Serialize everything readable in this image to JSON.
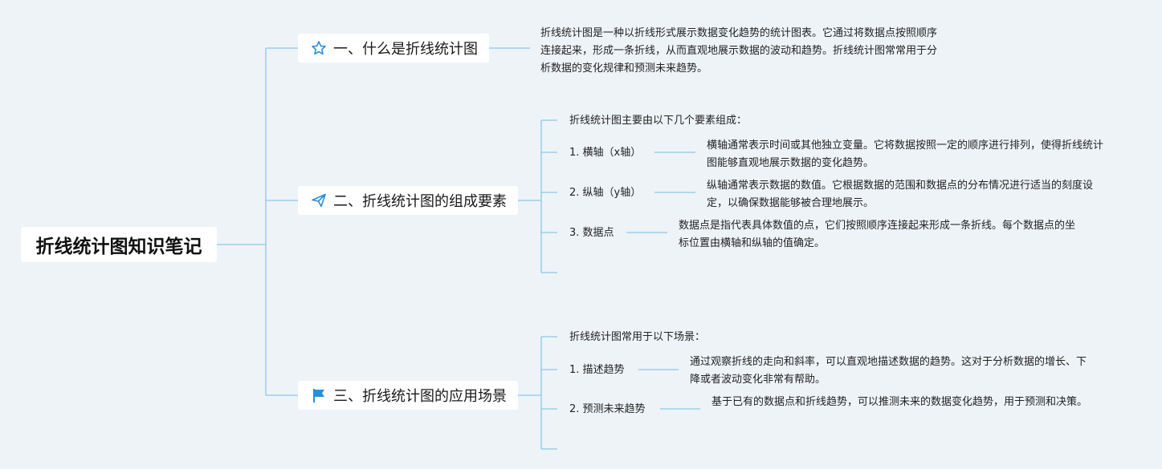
{
  "root": {
    "title": "折线统计图知识笔记"
  },
  "branches": [
    {
      "title": "一、什么是折线统计图",
      "icon": "star-icon",
      "description": "折线统计图是一种以折线形式展示数据变化趋势的统计图表。它通过将数据点按照顺序连接起来，形成一条折线，从而直观地展示数据的波动和趋势。折线统计图常常用于分析数据的变化规律和预测未来趋势。"
    },
    {
      "title": "二、折线统计图的组成要素",
      "icon": "paper-plane-icon",
      "intro": "折线统计图主要由以下几个要素组成：",
      "items": [
        {
          "label": "1. 横轴（x轴）",
          "detail": "横轴通常表示时间或其他独立变量。它将数据按照一定的顺序进行排列，使得折线统计图能够直观地展示数据的变化趋势。"
        },
        {
          "label": "2. 纵轴（y轴）",
          "detail": "纵轴通常表示数据的数值。它根据数据的范围和数据点的分布情况进行适当的刻度设定，以确保数据能够被合理地展示。"
        },
        {
          "label": "3. 数据点",
          "detail": "数据点是指代表具体数值的点，它们按照顺序连接起来形成一条折线。每个数据点的坐标位置由横轴和纵轴的值确定。"
        }
      ]
    },
    {
      "title": "三、折线统计图的应用场景",
      "icon": "flag-icon",
      "intro": "折线统计图常用于以下场景：",
      "items": [
        {
          "label": "1. 描述趋势",
          "detail": "通过观察折线的走向和斜率，可以直观地描述数据的趋势。这对于分析数据的增长、下降或者波动变化非常有帮助。"
        },
        {
          "label": "2. 预测未来趋势",
          "detail": "基于已有的数据点和折线趋势，可以推测未来的数据变化趋势，用于预测和决策。"
        }
      ]
    }
  ],
  "colors": {
    "line": "#8cc8e6",
    "icon": "#2a8fd6",
    "background": "#eef3f8"
  }
}
